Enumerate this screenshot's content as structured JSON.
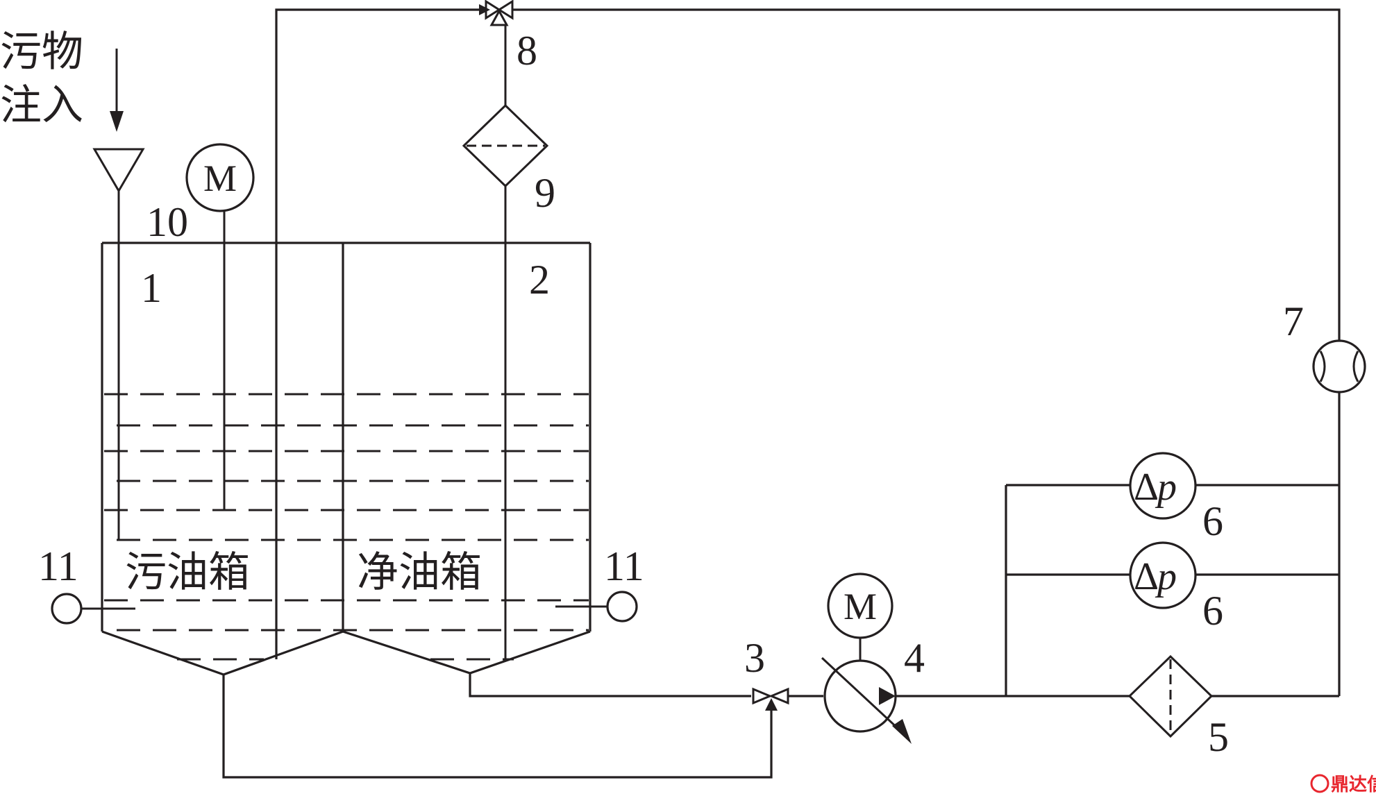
{
  "labels": {
    "injection_line1": "污物",
    "injection_line2": "注入",
    "dirty_tank": "污油箱",
    "clean_tank": "净油箱",
    "motor_symbol": "M",
    "dp_delta": "Δ",
    "dp_p": "p",
    "watermark": "鼎达信"
  },
  "numbers": {
    "n1": "1",
    "n2": "2",
    "n3": "3",
    "n4": "4",
    "n5": "5",
    "n6a": "6",
    "n6b": "6",
    "n7": "7",
    "n8": "8",
    "n9": "9",
    "n10": "10",
    "n11_left": "11",
    "n11_right": "11"
  },
  "colors": {
    "line": "#231f20",
    "watermark": "#e8262e"
  }
}
